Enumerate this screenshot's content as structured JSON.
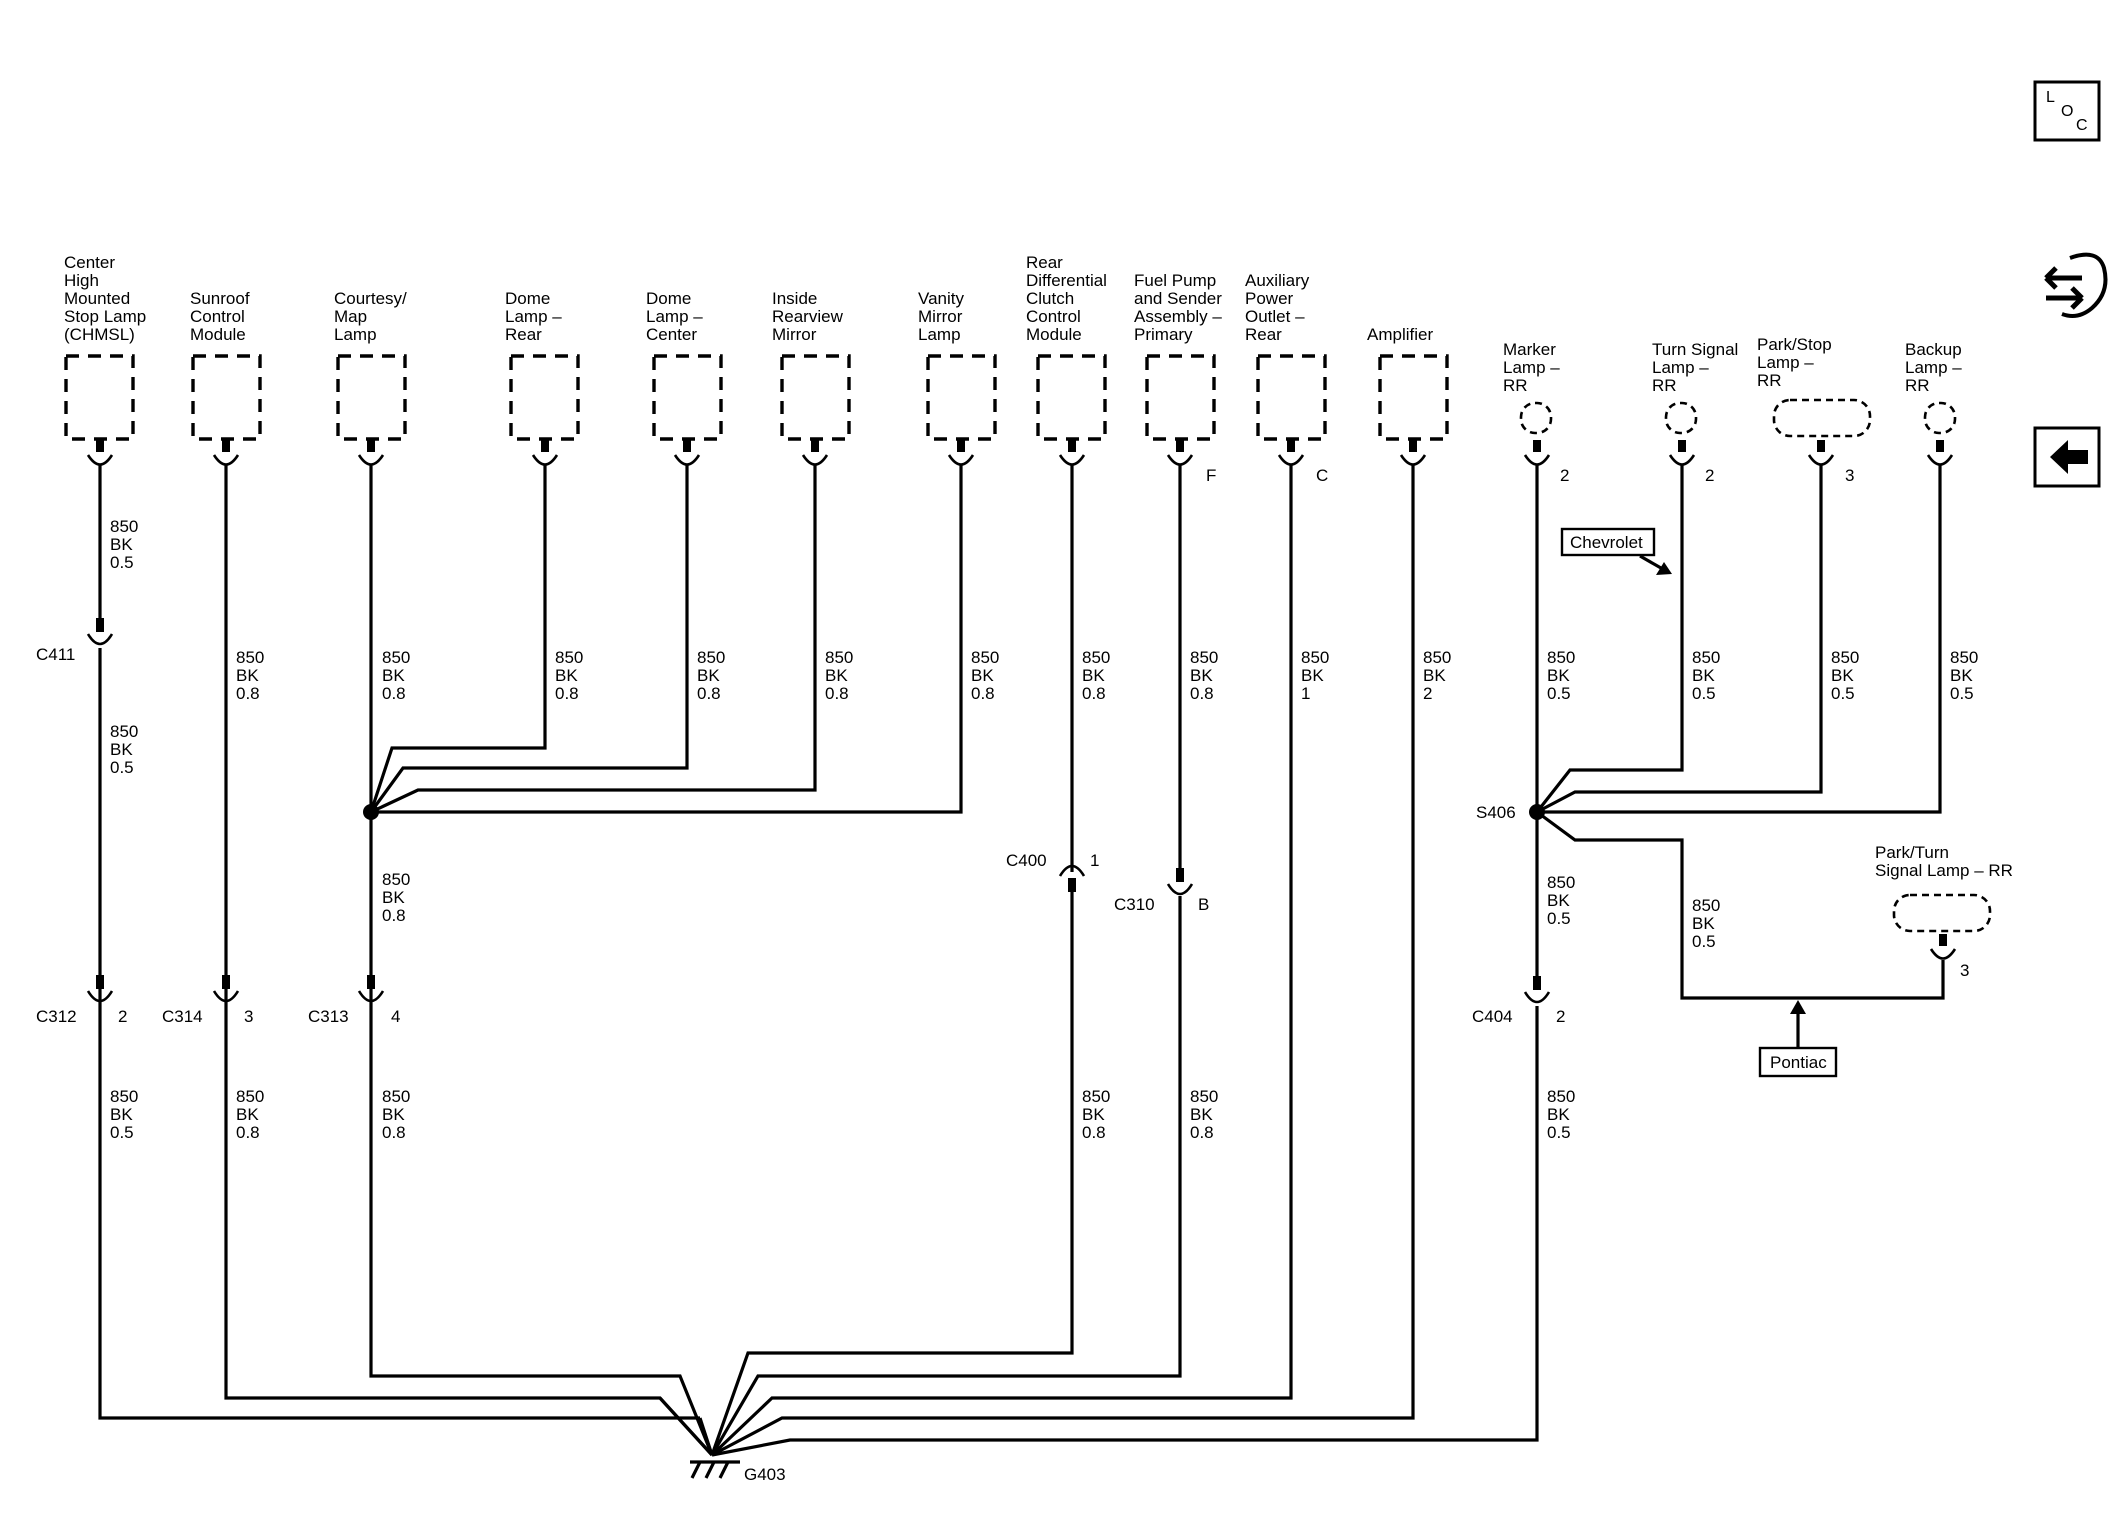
{
  "components": [
    {
      "id": "chmsl",
      "label": [
        "Center",
        "High",
        "Mounted",
        "Stop Lamp",
        "(CHMSL)"
      ],
      "pin": ""
    },
    {
      "id": "sunroof",
      "label": [
        "Sunroof",
        "Control",
        "Module"
      ],
      "pin": ""
    },
    {
      "id": "courtesy",
      "label": [
        "Courtesy/",
        "Map",
        "Lamp"
      ],
      "pin": ""
    },
    {
      "id": "dome-rear",
      "label": [
        "Dome",
        "Lamp –",
        "Rear"
      ],
      "pin": ""
    },
    {
      "id": "dome-center",
      "label": [
        "Dome",
        "Lamp –",
        "Center"
      ],
      "pin": ""
    },
    {
      "id": "mirror",
      "label": [
        "Inside",
        "Rearview",
        "Mirror"
      ],
      "pin": ""
    },
    {
      "id": "vanity",
      "label": [
        "Vanity",
        "Mirror",
        "Lamp"
      ],
      "pin": ""
    },
    {
      "id": "rdccm",
      "label": [
        "Rear",
        "Differential",
        "Clutch",
        "Control",
        "Module"
      ],
      "pin": ""
    },
    {
      "id": "fuelpump",
      "label": [
        "Fuel Pump",
        "and Sender",
        "Assembly –",
        "Primary"
      ],
      "pin": "F"
    },
    {
      "id": "aux",
      "label": [
        "Auxiliary",
        "Power",
        "Outlet –",
        "Rear"
      ],
      "pin": "C"
    },
    {
      "id": "amp",
      "label": [
        "Amplifier"
      ],
      "pin": ""
    },
    {
      "id": "marker",
      "label": [
        "Marker",
        "Lamp –",
        "RR"
      ],
      "pin": "2"
    },
    {
      "id": "turn",
      "label": [
        "Turn Signal",
        "Lamp –",
        "RR"
      ],
      "pin": "2"
    },
    {
      "id": "parkstop",
      "label": [
        "Park/Stop",
        "Lamp –",
        "RR"
      ],
      "pin": "3"
    },
    {
      "id": "backup",
      "label": [
        "Backup",
        "Lamp –",
        "RR"
      ],
      "pin": ""
    },
    {
      "id": "parkturn",
      "label": [
        "Park/Turn",
        "Signal Lamp – RR"
      ],
      "pin": "3"
    }
  ],
  "wire_labels": [
    {
      "id": "w-chmsl-top",
      "lines": [
        "850",
        "BK",
        "0.5"
      ]
    },
    {
      "id": "w-chmsl-mid",
      "lines": [
        "850",
        "BK",
        "0.5"
      ]
    },
    {
      "id": "w-chmsl-bot",
      "lines": [
        "850",
        "BK",
        "0.5"
      ]
    },
    {
      "id": "w-sunroof-top",
      "lines": [
        "850",
        "BK",
        "0.8"
      ]
    },
    {
      "id": "w-sunroof-bot",
      "lines": [
        "850",
        "BK",
        "0.8"
      ]
    },
    {
      "id": "w-courtesy-top",
      "lines": [
        "850",
        "BK",
        "0.8"
      ]
    },
    {
      "id": "w-courtesy-mid",
      "lines": [
        "850",
        "BK",
        "0.8"
      ]
    },
    {
      "id": "w-courtesy-bot",
      "lines": [
        "850",
        "BK",
        "0.8"
      ]
    },
    {
      "id": "w-dome-rear",
      "lines": [
        "850",
        "BK",
        "0.8"
      ]
    },
    {
      "id": "w-dome-center",
      "lines": [
        "850",
        "BK",
        "0.8"
      ]
    },
    {
      "id": "w-mirror",
      "lines": [
        "850",
        "BK",
        "0.8"
      ]
    },
    {
      "id": "w-vanity",
      "lines": [
        "850",
        "BK",
        "0.8"
      ]
    },
    {
      "id": "w-rdccm-top",
      "lines": [
        "850",
        "BK",
        "0.8"
      ]
    },
    {
      "id": "w-rdccm-bot",
      "lines": [
        "850",
        "BK",
        "0.8"
      ]
    },
    {
      "id": "w-fuel-top",
      "lines": [
        "850",
        "BK",
        "0.8"
      ]
    },
    {
      "id": "w-fuel-bot",
      "lines": [
        "850",
        "BK",
        "0.8"
      ]
    },
    {
      "id": "w-aux",
      "lines": [
        "850",
        "BK",
        "1"
      ]
    },
    {
      "id": "w-amp",
      "lines": [
        "850",
        "BK",
        "2"
      ]
    },
    {
      "id": "w-marker-top",
      "lines": [
        "850",
        "BK",
        "0.5"
      ]
    },
    {
      "id": "w-marker-mid",
      "lines": [
        "850",
        "BK",
        "0.5"
      ]
    },
    {
      "id": "w-marker-bot",
      "lines": [
        "850",
        "BK",
        "0.5"
      ]
    },
    {
      "id": "w-turn",
      "lines": [
        "850",
        "BK",
        "0.5"
      ]
    },
    {
      "id": "w-parkstop",
      "lines": [
        "850",
        "BK",
        "0.5"
      ]
    },
    {
      "id": "w-backup",
      "lines": [
        "850",
        "BK",
        "0.5"
      ]
    },
    {
      "id": "w-parkturn",
      "lines": [
        "850",
        "BK",
        "0.5"
      ]
    }
  ],
  "connectors": {
    "c411": {
      "name": "C411",
      "pin": ""
    },
    "c312": {
      "name": "C312",
      "pin": "2"
    },
    "c314": {
      "name": "C314",
      "pin": "3"
    },
    "c313": {
      "name": "C313",
      "pin": "4"
    },
    "c400": {
      "name": "C400",
      "pin": "1"
    },
    "c310": {
      "name": "C310",
      "pin": "B"
    },
    "c404": {
      "name": "C404",
      "pin": "2"
    }
  },
  "splices": {
    "s406": "S406"
  },
  "ground": {
    "name": "G403"
  },
  "badges": {
    "chevrolet": "Chevrolet",
    "pontiac": "Pontiac"
  },
  "nav": {
    "loc": {
      "letters": [
        "L",
        "O",
        "C"
      ],
      "icon": "loc-icon"
    },
    "harness": {
      "icon": "harness-routing-icon"
    },
    "back": {
      "icon": "back-arrow-icon"
    }
  },
  "colors": {
    "ink": "#000000",
    "paper": "#ffffff"
  }
}
